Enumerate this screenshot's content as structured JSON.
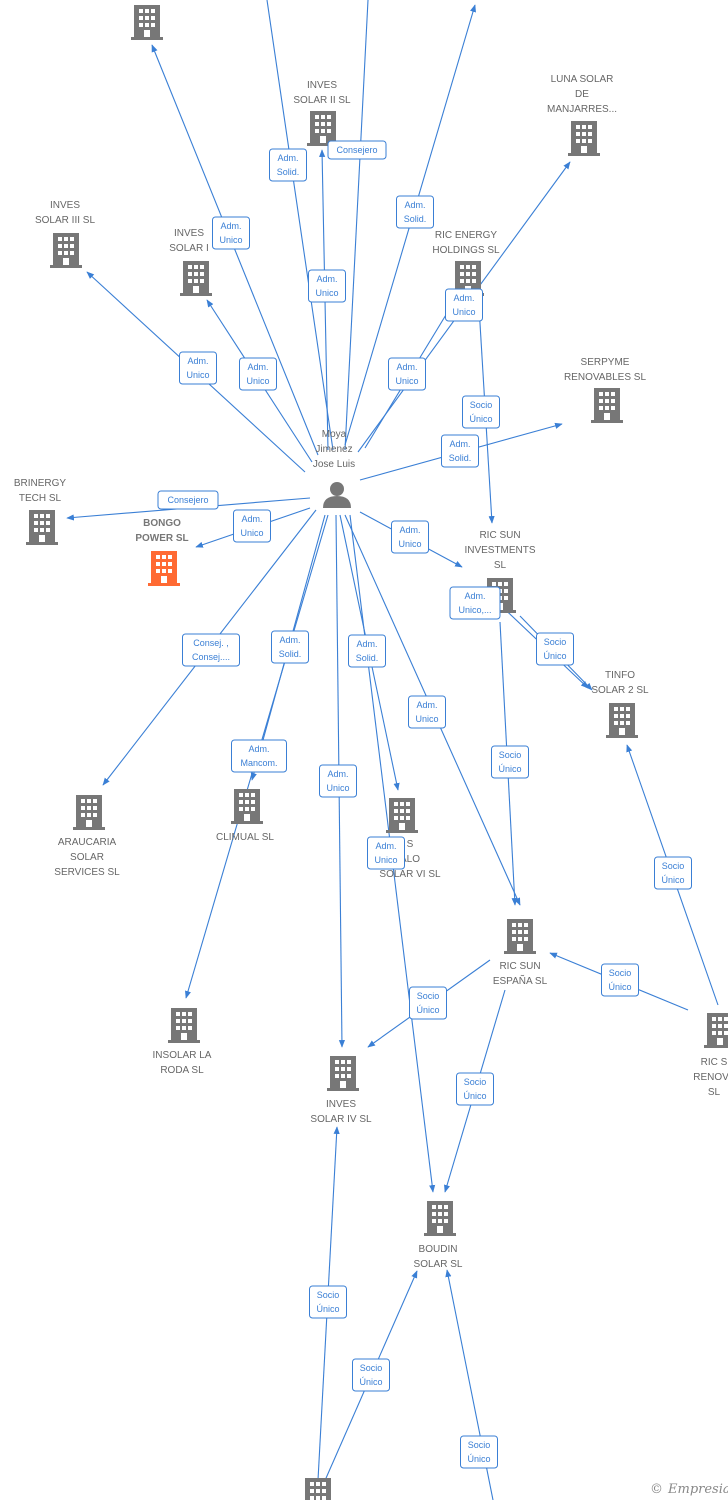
{
  "colors": {
    "edge": "#3a7fd5",
    "building": "#777777",
    "focus": "#ff6a33",
    "person": "#777777"
  },
  "person": {
    "lines": [
      "Moya",
      "Jimenez",
      "Jose Luis"
    ],
    "icon": "person-icon"
  },
  "nodes": [
    {
      "id": "top1",
      "lines": []
    },
    {
      "id": "inves2",
      "lines": [
        "INVES",
        "SOLAR II SL"
      ]
    },
    {
      "id": "luna",
      "lines": [
        "LUNA SOLAR",
        "DE",
        "MANJARRES..."
      ]
    },
    {
      "id": "inves3",
      "lines": [
        "INVES",
        "SOLAR III SL"
      ]
    },
    {
      "id": "inves1",
      "lines": [
        "INVES",
        "SOLAR I"
      ]
    },
    {
      "id": "ric_energy",
      "lines": [
        "RIC ENERGY",
        "HOLDINGS  SL"
      ]
    },
    {
      "id": "serpyme",
      "lines": [
        "SERPYME",
        "RENOVABLES SL"
      ]
    },
    {
      "id": "brinergy",
      "lines": [
        "BRINERGY",
        "TECH  SL"
      ]
    },
    {
      "id": "bongo",
      "lines": [
        "BONGO",
        "POWER  SL"
      ],
      "focus": true
    },
    {
      "id": "ric_sun_inv",
      "lines": [
        "RIC SUN",
        "INVESTMENTS",
        "SL"
      ]
    },
    {
      "id": "tinfo",
      "lines": [
        "TINFO",
        "SOLAR 2 SL"
      ]
    },
    {
      "id": "araucaria",
      "lines": [
        "ARAUCARIA",
        "SOLAR",
        "SERVICES SL"
      ]
    },
    {
      "id": "climual",
      "lines": [
        "CLIMUAL SL"
      ]
    },
    {
      "id": "inves6",
      "lines": [
        "S",
        "ALO",
        "SOLAR VI SL"
      ]
    },
    {
      "id": "ric_sun_esp",
      "lines": [
        "RIC SUN",
        "ESPAÑA  SL"
      ]
    },
    {
      "id": "ric_renov",
      "lines": [
        "RIC S",
        "RENOVA",
        "SL"
      ]
    },
    {
      "id": "insolar",
      "lines": [
        "INSOLAR LA",
        "RODA  SL"
      ]
    },
    {
      "id": "inves4",
      "lines": [
        "INVES",
        "SOLAR IV SL"
      ]
    },
    {
      "id": "boudin",
      "lines": [
        "BOUDIN",
        "SOLAR SL"
      ]
    },
    {
      "id": "bottom1",
      "lines": []
    }
  ],
  "edge_labels": [
    {
      "id": "e1",
      "lines": [
        "Adm.",
        "Solid."
      ]
    },
    {
      "id": "e2",
      "lines": [
        "Consejero"
      ]
    },
    {
      "id": "e3",
      "lines": [
        "Adm.",
        "Solid."
      ]
    },
    {
      "id": "e4",
      "lines": [
        "Adm.",
        "Unico"
      ]
    },
    {
      "id": "e5",
      "lines": [
        "Adm.",
        "Unico"
      ]
    },
    {
      "id": "e6",
      "lines": [
        "Adm.",
        "Unico"
      ]
    },
    {
      "id": "e7",
      "lines": [
        "Adm.",
        "Unico"
      ]
    },
    {
      "id": "e8",
      "lines": [
        "Adm.",
        "Unico"
      ]
    },
    {
      "id": "e9",
      "lines": [
        "Adm.",
        "Unico"
      ]
    },
    {
      "id": "e10",
      "lines": [
        "Socio",
        "Único"
      ]
    },
    {
      "id": "e11",
      "lines": [
        "Adm.",
        "Solid."
      ]
    },
    {
      "id": "e12",
      "lines": [
        "Consejero"
      ]
    },
    {
      "id": "e13",
      "lines": [
        "Adm.",
        "Unico"
      ]
    },
    {
      "id": "e14",
      "lines": [
        "Adm.",
        "Unico"
      ]
    },
    {
      "id": "e15",
      "lines": [
        "Adm.",
        "Unico,..."
      ]
    },
    {
      "id": "e16",
      "lines": [
        "Socio",
        "Único"
      ]
    },
    {
      "id": "e17",
      "lines": [
        "Consej. ,",
        "Consej...."
      ]
    },
    {
      "id": "e18",
      "lines": [
        "Adm.",
        "Solid."
      ]
    },
    {
      "id": "e19",
      "lines": [
        "Adm.",
        "Solid."
      ]
    },
    {
      "id": "e20",
      "lines": [
        "Adm.",
        "Unico"
      ]
    },
    {
      "id": "e21",
      "lines": [
        "Adm.",
        "Mancom."
      ]
    },
    {
      "id": "e22",
      "lines": [
        "Adm.",
        "Unico"
      ]
    },
    {
      "id": "e23",
      "lines": [
        "Socio",
        "Único"
      ]
    },
    {
      "id": "e24",
      "lines": [
        "Adm.",
        "Unico"
      ]
    },
    {
      "id": "e25",
      "lines": [
        "Socio",
        "Único"
      ]
    },
    {
      "id": "e26",
      "lines": [
        "Socio",
        "Único"
      ]
    },
    {
      "id": "e27",
      "lines": [
        "Socio",
        "Único"
      ]
    },
    {
      "id": "e28",
      "lines": [
        "Socio",
        "Único"
      ]
    },
    {
      "id": "e29",
      "lines": [
        "Socio",
        "Único"
      ]
    },
    {
      "id": "e30",
      "lines": [
        "Socio",
        "Único"
      ]
    },
    {
      "id": "e31",
      "lines": [
        "Socio",
        "Único"
      ]
    }
  ],
  "watermark": {
    "symbol": "©",
    "text": "Empresia"
  }
}
